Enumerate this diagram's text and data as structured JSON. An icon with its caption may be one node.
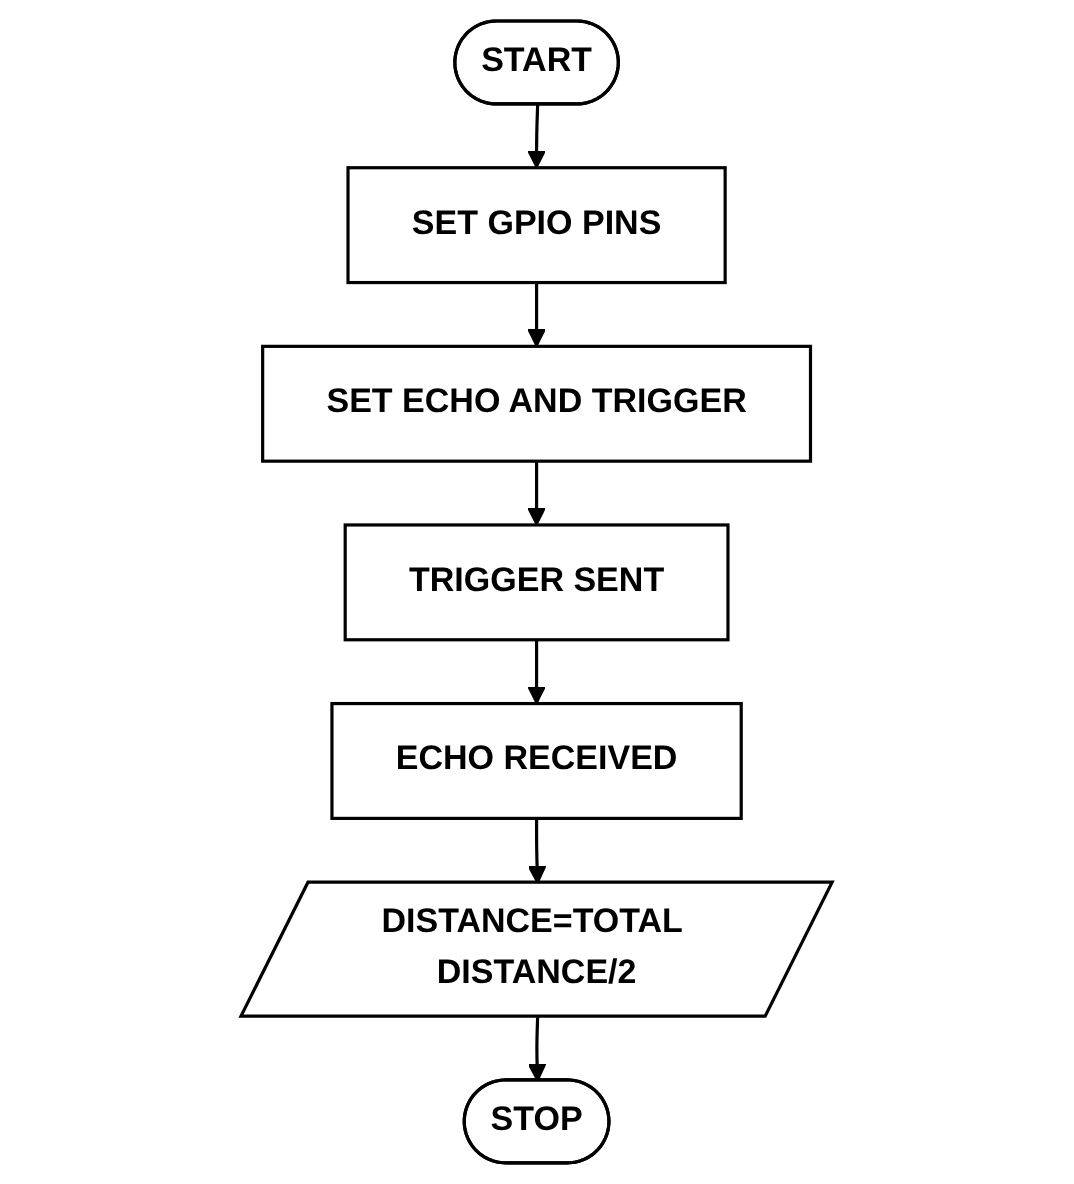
{
  "diagram": {
    "nodes": [
      {
        "text": [
          "START"
        ]
      },
      {
        "text": [
          "SET GPIO PINS"
        ]
      },
      {
        "text": [
          "SET ECHO AND TRIGGER"
        ]
      },
      {
        "text": [
          "TRIGGER SENT"
        ]
      },
      {
        "text": [
          "ECHO RECEIVED"
        ]
      },
      {
        "text": [
          "DISTANCE=TOTAL DISTANCE/2"
        ]
      },
      {
        "text": [
          "STOP"
        ]
      }
    ],
    "edges": [
      {
        "from": 0,
        "to": 1,
        "arrow": "to"
      },
      {
        "from": 1,
        "to": 2,
        "arrow": "to"
      },
      {
        "from": 2,
        "to": 3,
        "arrow": "to"
      },
      {
        "from": 3,
        "to": 4,
        "arrow": "to"
      },
      {
        "from": 4,
        "to": 5,
        "arrow": "to"
      },
      {
        "from": 5,
        "to": 6,
        "arrow": "to"
      }
    ]
  }
}
